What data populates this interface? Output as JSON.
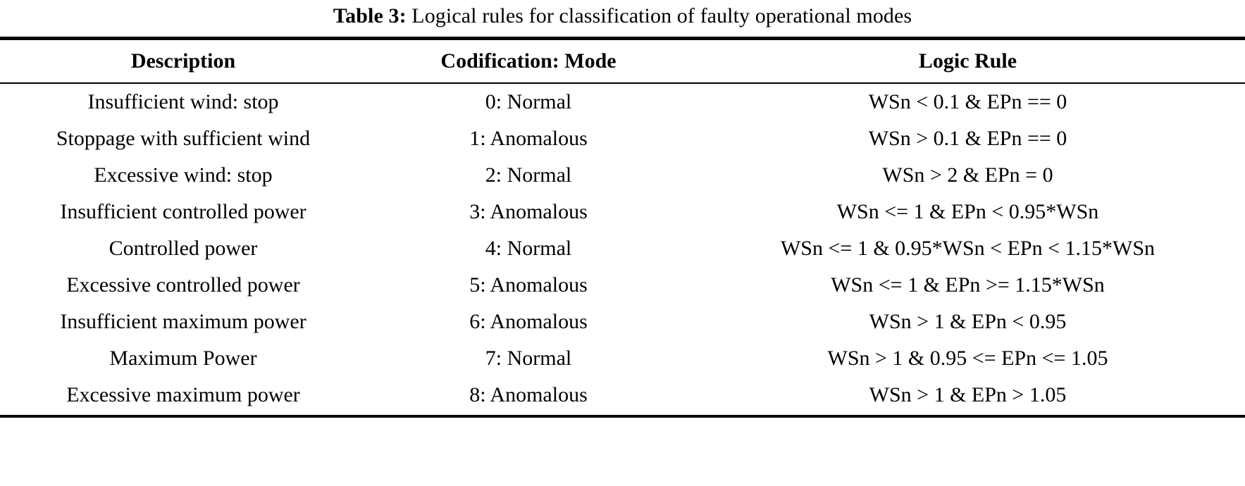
{
  "caption": {
    "label": "Table 3:",
    "text": "Logical rules for classification of faulty operational modes"
  },
  "table": {
    "columns": [
      {
        "key": "description",
        "header": "Description"
      },
      {
        "key": "codification",
        "header": "Codification: Mode"
      },
      {
        "key": "logic_rule",
        "header": "Logic Rule"
      }
    ],
    "rows": [
      {
        "description": "Insufficient wind: stop",
        "codification": "0: Normal",
        "logic_rule": "WSn < 0.1 & EPn == 0"
      },
      {
        "description": "Stoppage with sufficient wind",
        "codification": "1: Anomalous",
        "logic_rule": "WSn > 0.1 & EPn == 0"
      },
      {
        "description": "Excessive wind: stop",
        "codification": "2: Normal",
        "logic_rule": "WSn > 2 & EPn = 0"
      },
      {
        "description": "Insufficient controlled power",
        "codification": "3: Anomalous",
        "logic_rule": "WSn <= 1 & EPn < 0.95*WSn"
      },
      {
        "description": "Controlled power",
        "codification": "4: Normal",
        "logic_rule": "WSn <= 1 & 0.95*WSn < EPn < 1.15*WSn"
      },
      {
        "description": "Excessive controlled power",
        "codification": "5: Anomalous",
        "logic_rule": "WSn <= 1 & EPn >= 1.15*WSn"
      },
      {
        "description": "Insufficient maximum power",
        "codification": "6: Anomalous",
        "logic_rule": "WSn > 1 & EPn < 0.95"
      },
      {
        "description": "Maximum Power",
        "codification": "7: Normal",
        "logic_rule": "WSn > 1 & 0.95 <= EPn <= 1.05"
      },
      {
        "description": "Excessive maximum power",
        "codification": "8: Anomalous",
        "logic_rule": "WSn > 1 & EPn > 1.05"
      }
    ]
  },
  "colors": {
    "background": "#ffffff",
    "text": "#000000",
    "rule": "#000000"
  }
}
